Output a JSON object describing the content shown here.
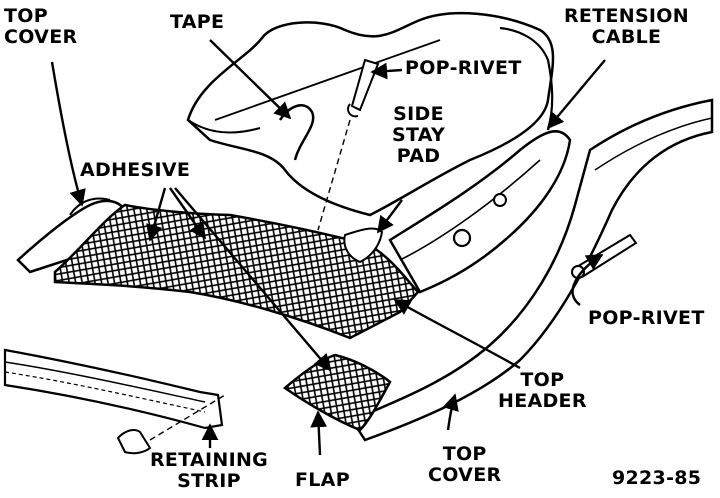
{
  "labels": {
    "top_cover_left": [
      "TOP",
      "COVER"
    ],
    "tape": "TAPE",
    "pop_rivet_top": "POP-RIVET",
    "retension_cable": [
      "RETENSION",
      "CABLE"
    ],
    "side_stay_pad": [
      "SIDE",
      "STAY",
      "PAD"
    ],
    "adhesive": "ADHESIVE",
    "pop_rivet_right": "POP-RIVET",
    "top_header": [
      "TOP",
      "HEADER"
    ],
    "retaining_strip": [
      "RETAINING",
      "STRIP"
    ],
    "flap": "FLAP",
    "top_cover_bottom": [
      "TOP",
      "COVER"
    ],
    "figure_number": "9223-85"
  },
  "colors": {
    "ink": "#000000",
    "paper": "#ffffff"
  }
}
